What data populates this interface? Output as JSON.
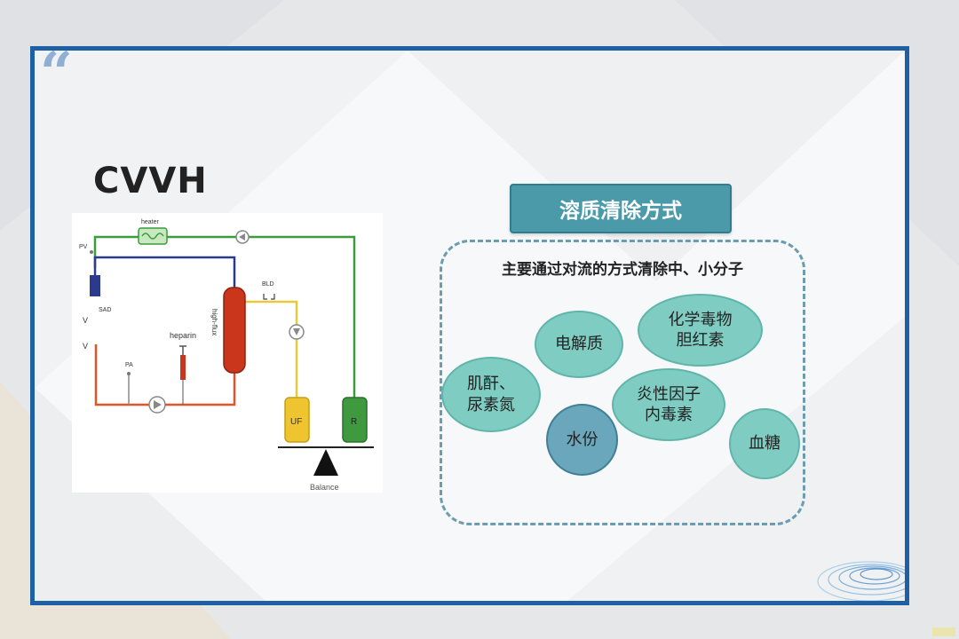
{
  "slide": {
    "title": "CVVH",
    "accent_color": "#1f5fa3"
  },
  "circuit_diagram": {
    "labels": {
      "heater": "heater",
      "pv": "PV",
      "sad": "SAD",
      "v1": "V",
      "v2": "V",
      "pa": "PA",
      "heparin": "heparin",
      "filter": "high-flux",
      "bld": "BLD",
      "uf": "UF",
      "r": "R",
      "balance": "Balance"
    },
    "colors": {
      "green_line": "#3b9c3b",
      "blue_line": "#2b3a8c",
      "red_line": "#e0542a",
      "yellow_line": "#e8c93b",
      "filter": "#c9361c",
      "uf_bag": "#efc431",
      "r_bag": "#3f9a3f"
    }
  },
  "clearance": {
    "header": "溶质清除方式",
    "subtitle": "主要通过对流的方式清除中、小分子",
    "header_color": "#4b9aaa",
    "bubble_color": "#7fcdc2",
    "bubbles": [
      {
        "name": "electrolytes",
        "text": "电解质"
      },
      {
        "name": "chemical-toxins",
        "text": "化学毒物\n胆红素"
      },
      {
        "name": "creatinine-urea",
        "text": "肌酐、\n尿素氮"
      },
      {
        "name": "inflammatory-factors",
        "text": "炎性因子\n内毒素"
      },
      {
        "name": "water",
        "text": "水份"
      },
      {
        "name": "blood-glucose",
        "text": "血糖"
      }
    ]
  }
}
